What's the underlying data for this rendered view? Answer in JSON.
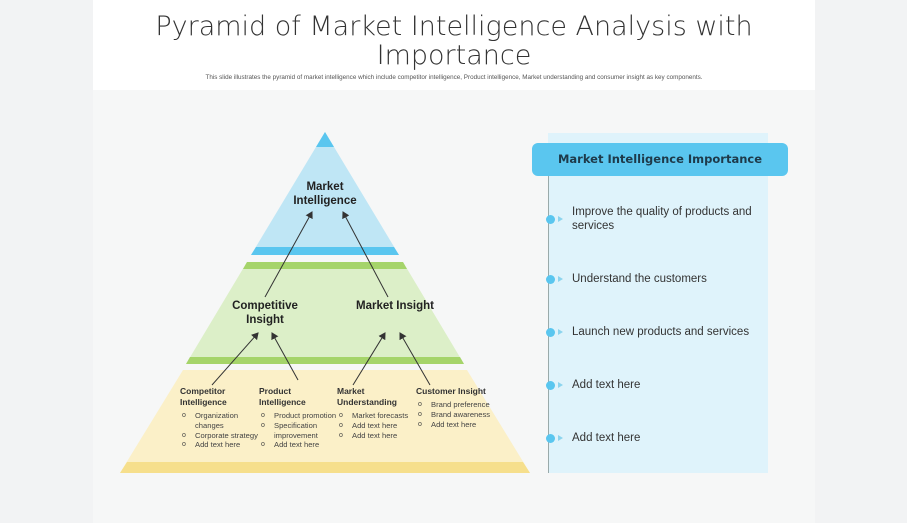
{
  "title": "Pyramid of Market Intelligence Analysis with Importance",
  "subtitle": "This slide illustrates the pyramid of market intelligence which include competitor intelligence, Product intelligence, Market understanding and consumer insight as key components.",
  "pyramid": {
    "top": "Market Intelligence",
    "middle": [
      "Competitive Insight",
      "Market Insight"
    ],
    "bottom": [
      {
        "heading": "Competitor Intelligence",
        "items": [
          "Organization changes",
          "Corporate strategy",
          "Add text here"
        ]
      },
      {
        "heading": "Product Intelligence",
        "items": [
          "Product promotion",
          "Specification improvement",
          "Add text here"
        ]
      },
      {
        "heading": "Market Understanding",
        "items": [
          "Market forecasts",
          "Add text here",
          "Add text here"
        ]
      },
      {
        "heading": "Customer Insight",
        "items": [
          "Brand preference",
          "Brand awareness",
          "Add text here"
        ]
      }
    ]
  },
  "importance": {
    "header": "Market Intelligence Importance",
    "items": [
      "Improve the quality of products and services",
      "Understand the customers",
      "Launch new products and services",
      "Add text here",
      "Add text here"
    ]
  },
  "colors": {
    "blue": "#5ac6ef",
    "green": "#a5d46a",
    "yellow": "#f9e7a6"
  }
}
